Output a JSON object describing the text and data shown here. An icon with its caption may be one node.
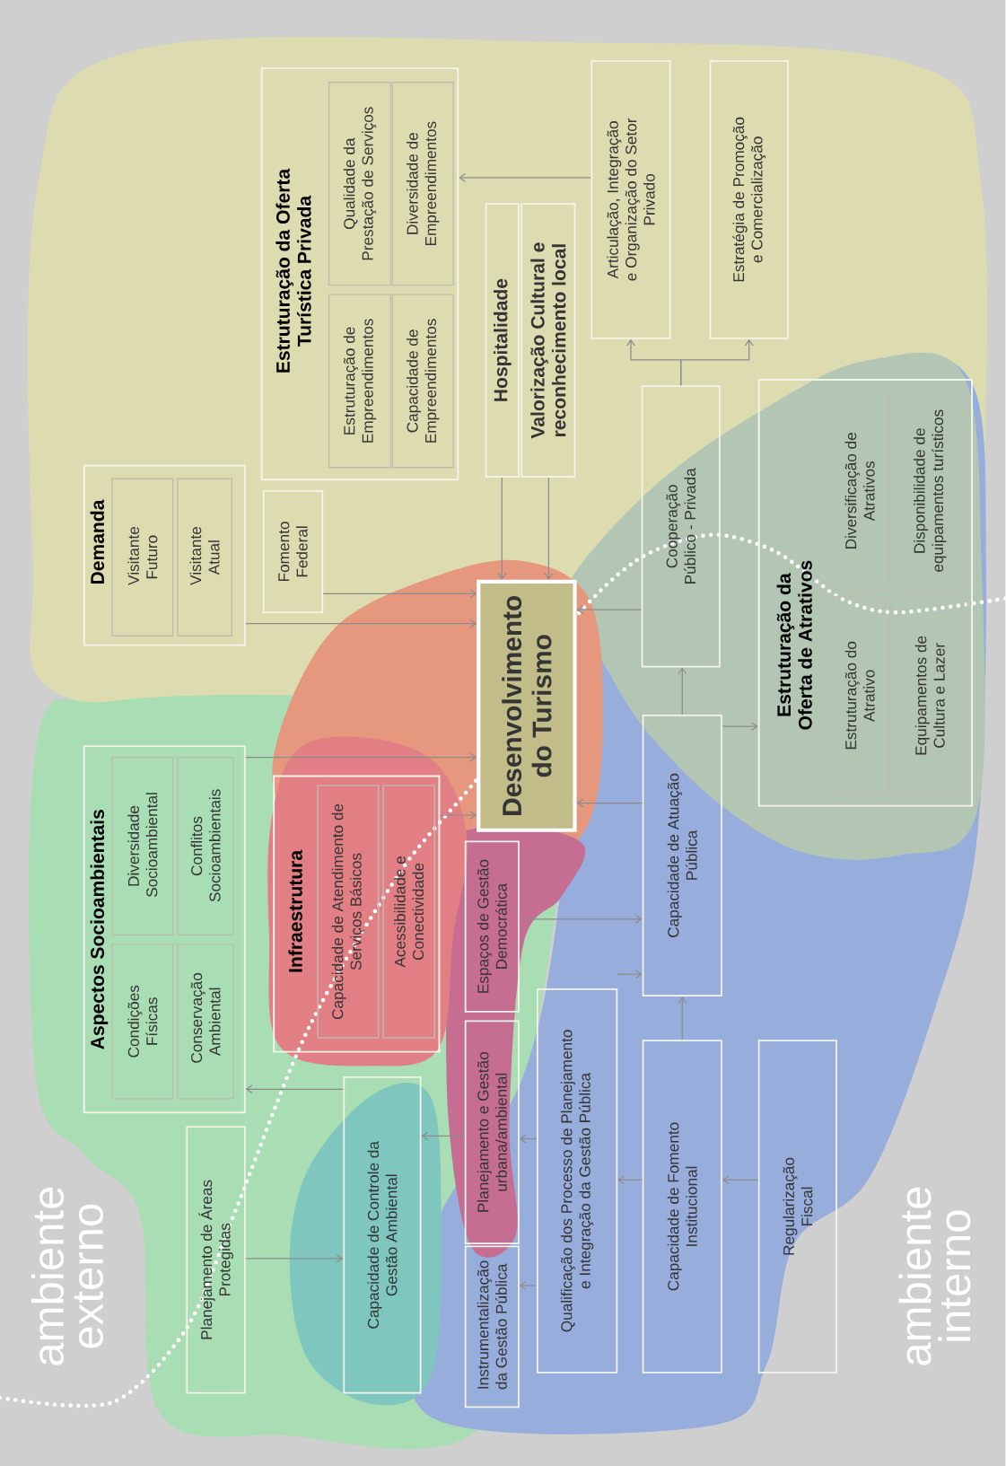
{
  "diagram": {
    "nodes": [
      {
        "text": [
          "Aspectos Socioambientais"
        ]
      },
      {
        "text": [
          "Condições Físicas"
        ],
        "in": 0
      },
      {
        "text": [
          "Diversidade Socioambiental"
        ],
        "in": 0
      },
      {
        "text": [
          "Conservação Ambiental"
        ],
        "in": 0
      },
      {
        "text": [
          "Conflitos Socioambientais"
        ],
        "in": 0
      },
      {
        "text": [
          "Planejamento de Áreas Protegidas"
        ]
      },
      {
        "text": [
          "Capacidade de Controle da Gestão Ambiental"
        ]
      },
      {
        "text": [
          "Infraestrutura"
        ]
      },
      {
        "text": [
          "Capacidade de Atendimento de Serviços Básicos"
        ],
        "in": 7
      },
      {
        "text": [
          "Acessibilidade e Conectividade"
        ],
        "in": 7
      },
      {
        "text": [
          "Demanda"
        ]
      },
      {
        "text": [
          "Visitante Futuro"
        ],
        "in": 10
      },
      {
        "text": [
          "Visitante Atual"
        ],
        "in": 10
      },
      {
        "text": [
          "Fomento Federal"
        ]
      },
      {
        "text": [
          "Estruturação da Oferta Turística Privada"
        ]
      },
      {
        "text": [
          "Estruturação de Empreendimentos"
        ],
        "in": 14
      },
      {
        "text": [
          "Qualidade da Prestação de Serviços"
        ],
        "in": 14
      },
      {
        "text": [
          "Capacidade de Empreendimentos"
        ],
        "in": 14
      },
      {
        "text": [
          "Diversidade de Empreendimentos"
        ],
        "in": 14
      },
      {
        "text": [
          "Hospitalidade"
        ]
      },
      {
        "text": [
          "Valorização Cultural e reconhecimento local"
        ]
      },
      {
        "text": [
          "Desenvolvimento do Turismo"
        ]
      },
      {
        "text": [
          "Articulação, Integração e Organização do Setor Privado"
        ]
      },
      {
        "text": [
          "Estratégia de Promoção e Comercialização"
        ]
      },
      {
        "text": [
          "Cooperação Público - Privada"
        ]
      },
      {
        "text": [
          "Estruturação da Oferta de Atrativos"
        ]
      },
      {
        "text": [
          "Estruturação do Atrativo"
        ],
        "in": 25
      },
      {
        "text": [
          "Diversificação de Atrativos"
        ],
        "in": 25
      },
      {
        "text": [
          "Equipamentos de Cultura e Lazer"
        ],
        "in": 25
      },
      {
        "text": [
          "Disponibilidade de equipamentos turísticos"
        ],
        "in": 25
      },
      {
        "text": [
          "Espaços de Gestão Democrática"
        ]
      },
      {
        "text": [
          "Planejamento e Gestão urbana/ambiental"
        ]
      },
      {
        "text": [
          "Instrumentalização da Gestão Pública"
        ]
      },
      {
        "text": [
          "Qualificação dos Processo de Planejamento e Integração da Gestão Pública"
        ]
      },
      {
        "text": [
          "Capacidade de Atuação Pública"
        ]
      },
      {
        "text": [
          "Capacidade de Fomento Institucional"
        ]
      },
      {
        "text": [
          "Regularização Fiscal"
        ]
      }
    ],
    "edges": [
      {
        "from": 10,
        "to": 21,
        "arrow": "to"
      },
      {
        "from": 13,
        "to": 21,
        "arrow": "to"
      },
      {
        "from": 19,
        "to": 21,
        "arrow": "to"
      },
      {
        "from": 20,
        "to": 21,
        "arrow": "to"
      },
      {
        "from": 0,
        "to": 21,
        "arrow": "to"
      },
      {
        "from": 7,
        "to": 21,
        "arrow": "to"
      },
      {
        "from": 22,
        "to": 14,
        "arrow": "to"
      },
      {
        "from": 24,
        "to": 22,
        "arrow": "to"
      },
      {
        "from": 24,
        "to": 23,
        "arrow": "to"
      },
      {
        "from": 24,
        "to": 21,
        "arrow": "to"
      },
      {
        "from": 34,
        "to": 21,
        "arrow": "to"
      },
      {
        "from": 34,
        "to": 24,
        "arrow": "to"
      },
      {
        "from": 34,
        "to": 25,
        "arrow": "to"
      },
      {
        "from": 30,
        "to": 34,
        "arrow": "to"
      },
      {
        "from": 33,
        "to": 34,
        "arrow": "to"
      },
      {
        "from": 35,
        "to": 34,
        "arrow": "to"
      },
      {
        "from": 36,
        "to": 35,
        "arrow": "to"
      },
      {
        "from": 35,
        "to": 33,
        "arrow": "to"
      },
      {
        "from": 33,
        "to": 31,
        "arrow": "to"
      },
      {
        "from": 33,
        "to": 32,
        "arrow": "to"
      },
      {
        "from": 31,
        "to": 6,
        "arrow": "to"
      },
      {
        "from": 6,
        "to": 0,
        "arrow": "to"
      },
      {
        "from": 5,
        "to": 6,
        "arrow": "to"
      }
    ],
    "labels": [
      "ambiente externo",
      "ambiente interno"
    ]
  }
}
